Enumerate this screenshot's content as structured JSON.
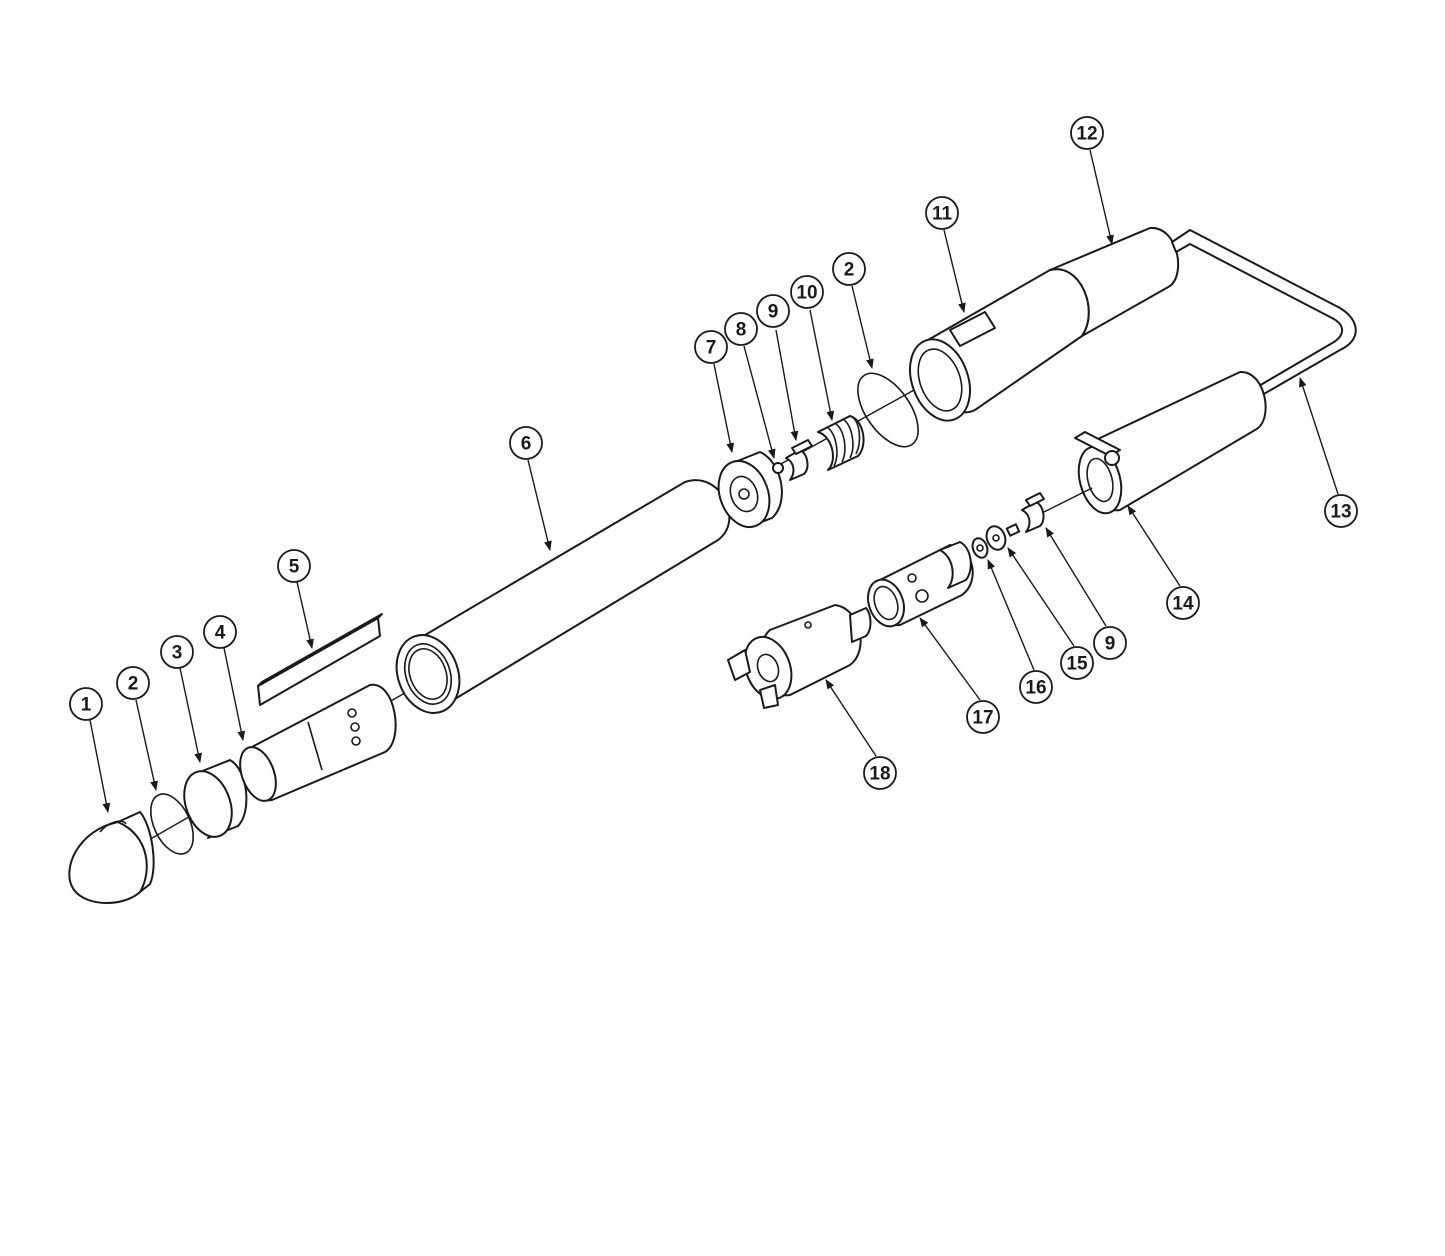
{
  "callouts": [
    {
      "id": "c1",
      "label": "1"
    },
    {
      "id": "c2a",
      "label": "2"
    },
    {
      "id": "c3",
      "label": "3"
    },
    {
      "id": "c4",
      "label": "4"
    },
    {
      "id": "c5",
      "label": "5"
    },
    {
      "id": "c6",
      "label": "6"
    },
    {
      "id": "c7",
      "label": "7"
    },
    {
      "id": "c8",
      "label": "8"
    },
    {
      "id": "c9a",
      "label": "9"
    },
    {
      "id": "c10",
      "label": "10"
    },
    {
      "id": "c2b",
      "label": "2"
    },
    {
      "id": "c11",
      "label": "11"
    },
    {
      "id": "c12",
      "label": "12"
    },
    {
      "id": "c13",
      "label": "13"
    },
    {
      "id": "c14",
      "label": "14"
    },
    {
      "id": "c9b",
      "label": "9"
    },
    {
      "id": "c15",
      "label": "15"
    },
    {
      "id": "c16",
      "label": "16"
    },
    {
      "id": "c17",
      "label": "17"
    },
    {
      "id": "c18",
      "label": "18"
    }
  ]
}
